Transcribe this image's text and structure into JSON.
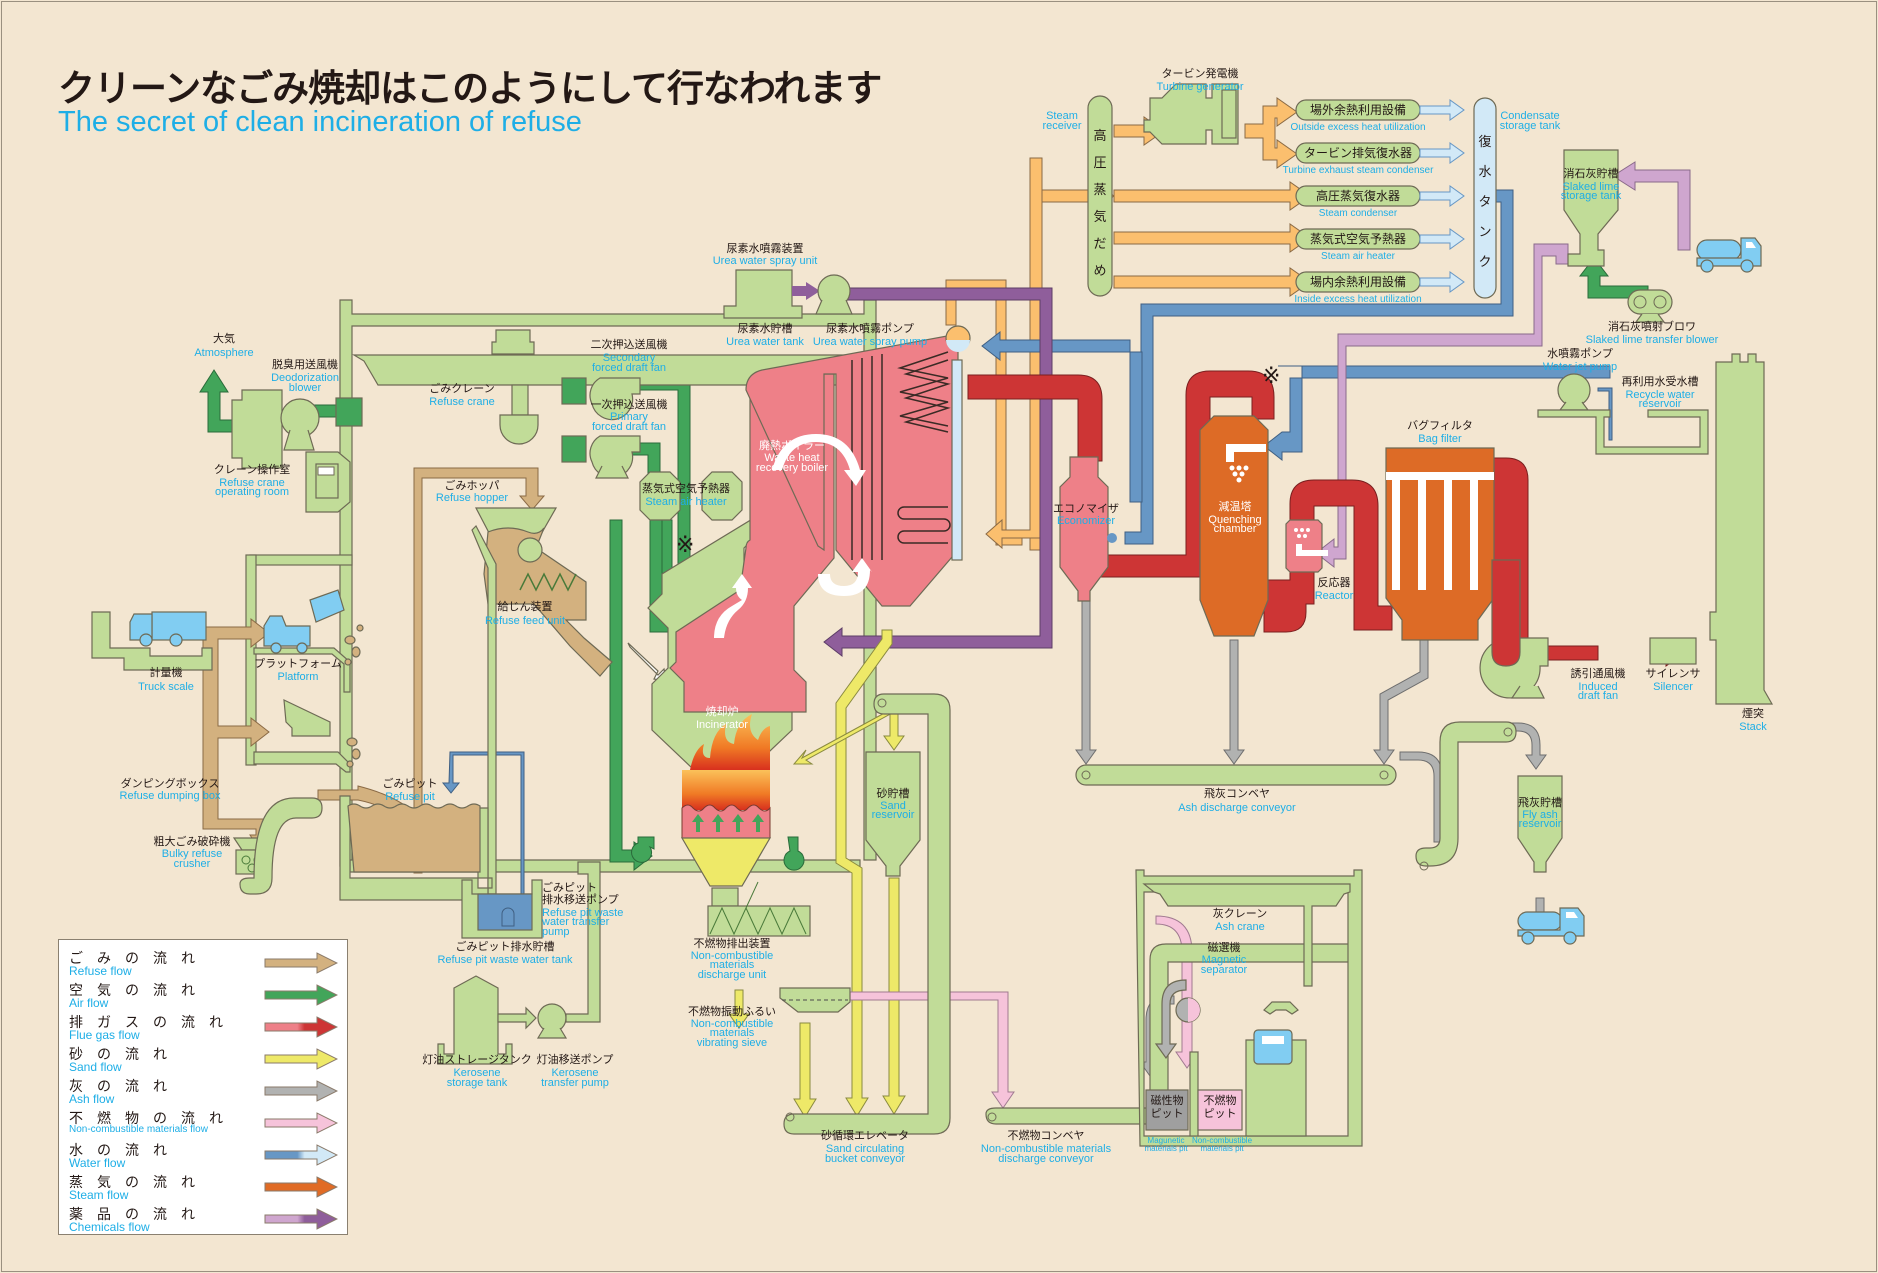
{
  "title": {
    "jp": "クリーンなごみ焼却はこのようにして行なわれます",
    "en": "The secret of clean incineration of refuse"
  },
  "colors": {
    "background": "#f3e6d1",
    "equipment": "#c1dc98",
    "refuse": "#d3b17f",
    "air": "#42a55a",
    "flue_gas_light": "#ee8088",
    "flue_gas": "#cd3535",
    "sand": "#eee968",
    "ash": "#b1b2b1",
    "non_combustible": "#f6c3da",
    "water_dark": "#6797c5",
    "water_light": "#d2e9f7",
    "steam": "#fbbf6e",
    "steam_dark": "#e06b25",
    "chemicals_light": "#cfa6cf",
    "chemicals": "#8f5e9b",
    "truck": "#81cdf2",
    "label_en": "#1eaee6"
  },
  "legend": {
    "items": [
      {
        "jp": "ごみの流れ",
        "en": "Refuse flow",
        "flow": "refuse",
        "color": "#d3b17f",
        "color2": "#d3b17f"
      },
      {
        "jp": "空気の流れ",
        "en": "Air flow",
        "flow": "air",
        "color": "#42a55a",
        "color2": "#42a55a"
      },
      {
        "jp": "排ガスの流れ",
        "en": "Flue gas flow",
        "flow": "flue-gas",
        "color": "#ee8088",
        "color2": "#cd3535"
      },
      {
        "jp": "砂の流れ",
        "en": "Sand flow",
        "flow": "sand",
        "color": "#eee968",
        "color2": "#eee968"
      },
      {
        "jp": "灰の流れ",
        "en": "Ash flow",
        "flow": "ash",
        "color": "#b1b2b1",
        "color2": "#b1b2b1"
      },
      {
        "jp": "不燃物の流れ",
        "en": "Non-combustible materials flow",
        "flow": "non-combustible",
        "color": "#f6c3da",
        "color2": "#f6c3da"
      },
      {
        "jp": "水の流れ",
        "en": "Water flow",
        "flow": "water",
        "color": "#6797c5",
        "color2": "#d2e9f7"
      },
      {
        "jp": "蒸気の流れ",
        "en": "Steam flow",
        "flow": "steam",
        "color": "#e06b25",
        "color2": "#e06b25"
      },
      {
        "jp": "薬品の流れ",
        "en": "Chemicals flow",
        "flow": "chemicals",
        "color": "#cfa6cf",
        "color2": "#8f5e9b"
      }
    ]
  },
  "labels": {
    "atmosphere": {
      "jp": "大気",
      "en": "Atmosphere"
    },
    "deodorization_blower": {
      "jp": "脱臭用送風機",
      "en": [
        "Deodorization",
        "blower"
      ]
    },
    "refuse_crane": {
      "jp": "ごみクレーン",
      "en": "Refuse crane"
    },
    "crane_room": {
      "jp": "クレーン操作室",
      "en": [
        "Refuse crane",
        "operating room"
      ]
    },
    "refuse_hopper": {
      "jp": "ごみホッパ",
      "en": "Refuse hopper"
    },
    "refuse_feed_unit": {
      "jp": "給じん装置",
      "en": "Refuse feed unit"
    },
    "truck_scale": {
      "jp": "計量機",
      "en": "Truck scale"
    },
    "platform": {
      "jp": "プラットフォーム",
      "en": "Platform"
    },
    "dumping_box": {
      "jp": "ダンピングボックス",
      "en": "Refuse dumping box"
    },
    "bulky_crusher": {
      "jp": "粗大ごみ破砕機",
      "en": [
        "Bulky refuse",
        "crusher"
      ]
    },
    "refuse_pit": {
      "jp": "ごみピット",
      "en": "Refuse pit"
    },
    "pit_pump": {
      "jp": [
        "ごみピット",
        "排水移送ポンプ"
      ],
      "en": [
        "Refuse pit waste",
        "water transfer",
        "pump"
      ]
    },
    "pit_tank": {
      "jp": "ごみピット排水貯槽",
      "en": "Refuse pit waste water tank"
    },
    "kerosene_tank": {
      "jp": "灯油ストレージタンク",
      "en": [
        "Kerosene",
        "storage tank"
      ]
    },
    "kerosene_pump": {
      "jp": "灯油移送ポンプ",
      "en": [
        "Kerosene",
        "transfer pump"
      ]
    },
    "secondary_fan": {
      "jp": "二次押込送風機",
      "en": [
        "Secondary",
        "forced draft fan"
      ]
    },
    "primary_fan": {
      "jp": "一次押込送風機",
      "en": [
        "Primary",
        "forced draft fan"
      ]
    },
    "steam_air_heater_left": {
      "jp": "蒸気式空気予熱器",
      "en": "Steam air heater"
    },
    "urea_unit": {
      "jp": "尿素水噴霧装置",
      "en": "Urea water spray unit"
    },
    "urea_tank": {
      "jp": "尿素水貯槽",
      "en": "Urea water tank"
    },
    "urea_pump": {
      "jp": "尿素水噴霧ポンプ",
      "en": "Urea water spray pump"
    },
    "boiler": {
      "jp": "廃熱ボイラー",
      "en": [
        "Waste heat",
        "recovery boiler"
      ]
    },
    "incinerator": {
      "jp": "焼却炉",
      "en": "Incinerator"
    },
    "nc_discharge": {
      "jp": "不燃物排出装置",
      "en": [
        "Non-combustible",
        "materials",
        "discharge unit"
      ]
    },
    "nc_sieve": {
      "jp": "不燃物振動ふるい",
      "en": [
        "Non-combustible",
        "materials",
        "vibrating sieve"
      ]
    },
    "sand_reservoir": {
      "jp": "砂貯槽",
      "en": [
        "Sand",
        "reservoir"
      ]
    },
    "sand_elevator": {
      "jp": "砂循環エレベータ",
      "en": [
        "Sand circulating",
        "bucket conveyor"
      ]
    },
    "nc_conveyor": {
      "jp": "不燃物コンベヤ",
      "en": [
        "Non-combustible materials",
        "discharge conveyor"
      ]
    },
    "steam_receiver": {
      "jp": "高圧蒸気だめ",
      "en": [
        "Steam",
        "receiver"
      ]
    },
    "turbine": {
      "jp": "タービン発電機",
      "en": "Turbine generator"
    },
    "outside_heat": {
      "jp": "場外余熱利用設備",
      "en": "Outside excess heat utilization"
    },
    "exhaust_condenser": {
      "jp": "タービン排気復水器",
      "en": "Turbine exhaust steam condenser"
    },
    "steam_condenser": {
      "jp": "高圧蒸気復水器",
      "en": "Steam condenser"
    },
    "steam_air_heater": {
      "jp": "蒸気式空気予熱器",
      "en": "Steam air heater"
    },
    "inside_heat": {
      "jp": "場内余熱利用設備",
      "en": "Inside excess heat utilization"
    },
    "condensate_tank": {
      "jp": "復水タンク",
      "en": [
        "Condensate",
        "storage tank"
      ]
    },
    "slaked_lime_tank": {
      "jp": "消石灰貯槽",
      "en": [
        "Slaked lime",
        "storage tank"
      ]
    },
    "lime_blower": {
      "jp": "消石灰噴射ブロワ",
      "en": "Slaked lime transfer blower"
    },
    "water_jet_pump": {
      "jp": "水噴霧ポンプ",
      "en": "Water jet pump"
    },
    "recycle_reservoir": {
      "jp": "再利用水受水槽",
      "en": [
        "Recycle water",
        "reservoir"
      ]
    },
    "economizer": {
      "jp": "エコノマイザ",
      "en": "Economizer"
    },
    "quenching": {
      "jp": "減温塔",
      "en": [
        "Quenching",
        "chamber"
      ]
    },
    "reactor": {
      "jp": "反応器",
      "en": "Reactor"
    },
    "bag_filter": {
      "jp": "バグフィルタ",
      "en": "Bag filter"
    },
    "idf": {
      "jp": "誘引通風機",
      "en": [
        "Induced",
        "draft fan"
      ]
    },
    "silencer": {
      "jp": "サイレンサ",
      "en": "Silencer"
    },
    "stack": {
      "jp": "煙突",
      "en": "Stack"
    },
    "ash_conveyor": {
      "jp": "飛灰コンベヤ",
      "en": "Ash discharge conveyor"
    },
    "fly_ash_reservoir": {
      "jp": "飛灰貯槽",
      "en": [
        "Fly ash",
        "reservoir"
      ]
    },
    "ash_crane": {
      "jp": "灰クレーン",
      "en": "Ash crane"
    },
    "magnetic_separator": {
      "jp": "磁選機",
      "en": [
        "Magnetic",
        "separator"
      ]
    },
    "magnetic_pit": {
      "jp": [
        "磁性物",
        "ピット"
      ],
      "en": [
        "Magunetic",
        "materials pit"
      ]
    },
    "nc_pit": {
      "jp": [
        "不燃物",
        "ピット"
      ],
      "en": [
        "Non-combustible",
        "materials pit"
      ]
    },
    "note_mark": "※"
  }
}
